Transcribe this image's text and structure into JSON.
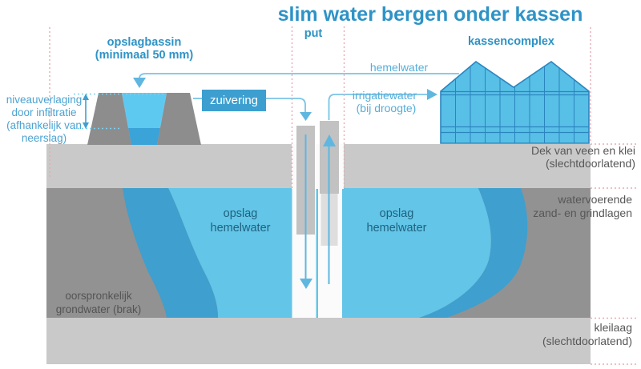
{
  "title": "slim water bergen onder kassen",
  "top_labels": {
    "basin": [
      "opslagbassin",
      "(minimaal 50 mm)"
    ],
    "well": "put",
    "greenhouse": "kassencomplex"
  },
  "flows": {
    "rainwater": "hemelwater",
    "irrigation": [
      "irrigatiewater",
      "(bij droogte)"
    ],
    "treatment": "zuivering",
    "level_note": [
      "niveauverlaging",
      "door infiltratie",
      "(afhankelijk van",
      "neerslag)"
    ]
  },
  "underground": {
    "storage_left": [
      "opslag",
      "hemelwater"
    ],
    "storage_right": [
      "opslag",
      "hemelwater"
    ],
    "original_groundwater": [
      "oorspronkelijk",
      "grondwater (brak)"
    ]
  },
  "layer_labels": {
    "top": [
      "Dek van veen en klei",
      "(slechtdoorlatend)"
    ],
    "aquifer": [
      "watervoerende",
      "zand- en grindlagen"
    ],
    "bottom": [
      "kleilaag",
      "(slechtdoorlatend)"
    ]
  },
  "colors": {
    "accent_blue": "#2e93c6",
    "flow_blue": "#5fb7e0",
    "label_blue": "#55aed9",
    "storage_text": "#1e627f",
    "water_light": "#63c5e7",
    "water_medium": "#3f9fce",
    "basin_water": "#5ec9f0",
    "basin_water_deep": "#3aa3d8",
    "greenhouse_fill": "#58bfe6",
    "greenhouse_line": "#2b85bf",
    "soil_light": "#c9c9c9",
    "soil_dark": "#929292",
    "pipe_gray": "#c2c2c2",
    "guide_pink": "#eba8b4",
    "treatment_bg": "#3c9fd0",
    "text_dark": "#545454"
  }
}
